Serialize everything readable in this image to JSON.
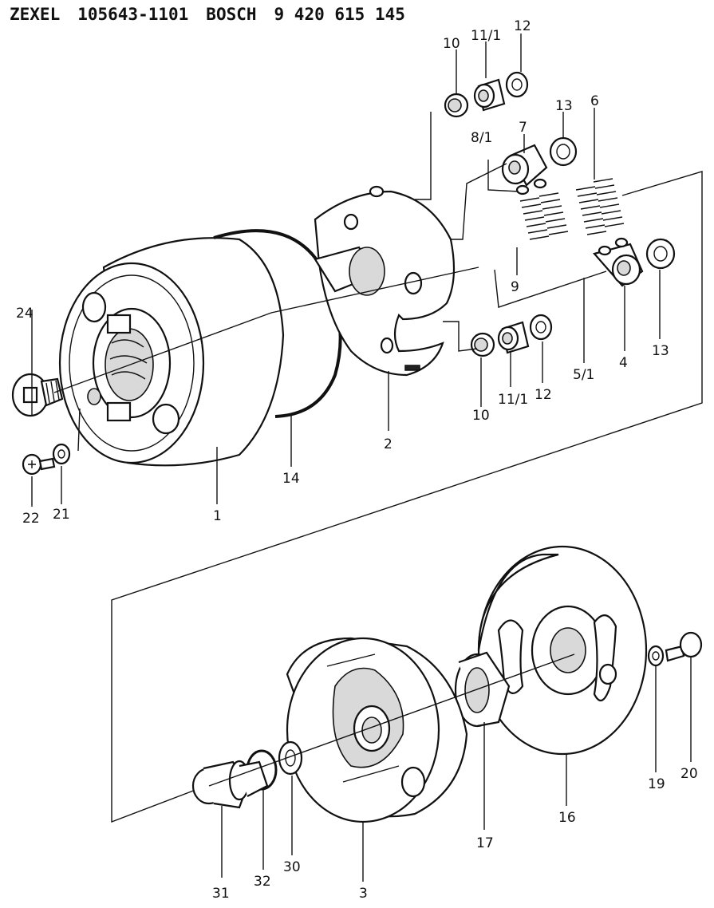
{
  "header": {
    "brand1": "ZEXEL",
    "part1": "105643-1101",
    "brand2": "BOSCH",
    "part2": "9 420 615 145"
  },
  "callouts": {
    "c1": "1",
    "c2": "2",
    "c3": "3",
    "c4": "4",
    "c5_1": "5/1",
    "c6": "6",
    "c7": "7",
    "c8_1": "8/1",
    "c9": "9",
    "c10a": "10",
    "c10b": "10",
    "c11_1a": "11/1",
    "c11_1b": "11/1",
    "c12a": "12",
    "c12b": "12",
    "c13a": "13",
    "c13b": "13",
    "c14": "14",
    "c16": "16",
    "c17": "17",
    "c19": "19",
    "c20": "20",
    "c21": "21",
    "c22": "22",
    "c24": "24",
    "c30": "30",
    "c31": "31",
    "c32": "32"
  }
}
